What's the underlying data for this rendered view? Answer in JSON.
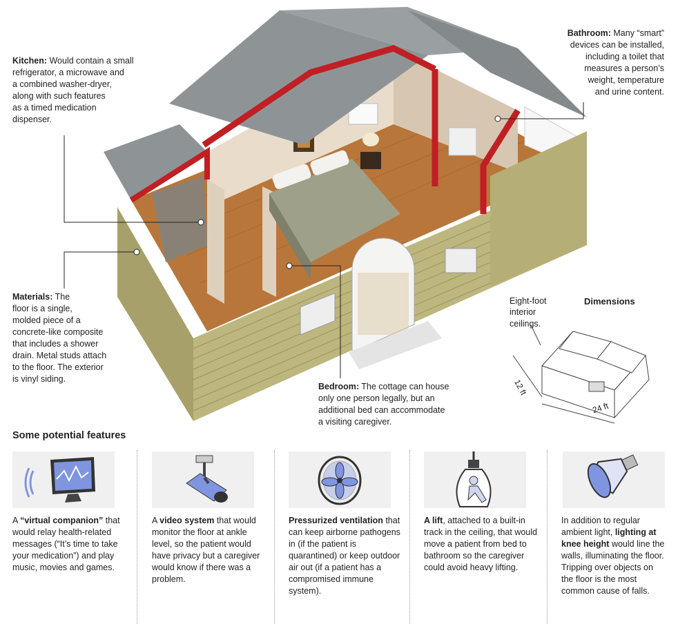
{
  "callouts": {
    "kitchen": {
      "title": "Kitchen:",
      "lines": [
        " Would contain a small",
        "refrigerator, a microwave and",
        "a combined washer-dryer,",
        "along with such features",
        "as a timed medication",
        "dispenser."
      ]
    },
    "bathroom": {
      "title": "Bathroom:",
      "lines": [
        " Many “smart”",
        "devices can be installed,",
        "including a toilet that",
        "measures a person’s",
        "weight, temperature",
        "and urine content."
      ]
    },
    "materials": {
      "title": "Materials:",
      "lines": [
        " The",
        "floor is a single,",
        "molded piece of a",
        "concrete-like composite",
        "that includes a shower",
        "drain. Metal studs attach",
        "to the floor. The exterior",
        "is vinyl siding."
      ]
    },
    "bedroom": {
      "title": "Bedroom:",
      "lines": [
        " The cottage can house",
        "only one person legally, but an",
        "additional bed can accommodate",
        "a visiting caregiver."
      ]
    }
  },
  "dimensions": {
    "title": "Dimensions",
    "ceiling_lines": [
      "Eight-foot",
      "interior",
      "ceilings."
    ],
    "width_label": "12 ft",
    "length_label": "24 ft"
  },
  "features": {
    "heading": "Some potential features",
    "items": [
      {
        "icon": "monitor-icon",
        "segments": [
          {
            "t": "A ",
            "b": false
          },
          {
            "t": "“virtual companion”",
            "b": true
          },
          {
            "t": " that would relay health-related messages (“It’s time to take your medication”) and play music, movies and games.",
            "b": false
          }
        ]
      },
      {
        "icon": "camera-icon",
        "segments": [
          {
            "t": "A ",
            "b": false
          },
          {
            "t": "video system",
            "b": true
          },
          {
            "t": " that would monitor the floor at ankle level, so the patient would have privacy but a caregiver would know if there was a problem.",
            "b": false
          }
        ]
      },
      {
        "icon": "fan-icon",
        "segments": [
          {
            "t": "Pressurized ventilation",
            "b": true
          },
          {
            "t": " that can keep airborne pathogens in (if the patient is quarantined) or keep outdoor air out (if a patient has a compromised immune system).",
            "b": false
          }
        ]
      },
      {
        "icon": "lift-icon",
        "segments": [
          {
            "t": "A lift",
            "b": true
          },
          {
            "t": ", attached to a built-in track in the ceiling, that would move a patient from bed to bathroom so the caregiver could avoid heavy lifting.",
            "b": false
          }
        ]
      },
      {
        "icon": "lamp-icon",
        "segments": [
          {
            "t": "In addition to regular ambient light, ",
            "b": false
          },
          {
            "t": "lighting at knee height",
            "b": true
          },
          {
            "t": " would line the walls, illuminating the floor. Tripping over objects on the floor is the most common cause of falls.",
            "b": false
          }
        ]
      }
    ]
  },
  "colors": {
    "roof": "#8e9496",
    "trim": "#c01f24",
    "siding": "#b9b27a",
    "floor": "#b8763a",
    "accent_icon": "#7f95e0"
  }
}
